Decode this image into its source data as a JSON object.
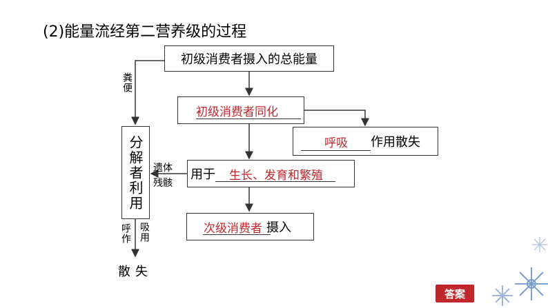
{
  "title": "(2)能量流经第二营养级的过程",
  "boxes": {
    "intake": "初级消费者摄入的总能量",
    "assimilation": "初级消费者同化",
    "respiration_blank": "呼吸",
    "respiration_suffix": "作用散失",
    "growth_prefix": "用于",
    "growth_blank": "生长、发育和繁殖",
    "next_blank": "次级消费者",
    "next_suffix": "摄入",
    "decomposer": "分解者利用"
  },
  "labels": {
    "feces": "粪便",
    "remains_1": "遗体",
    "remains_2": "残骸",
    "resp_col1": "呼作",
    "resp_col2": "吸用",
    "lost_1": "散",
    "lost_2": "失"
  },
  "answer_button": "答案",
  "colors": {
    "answer_red": "#c0272d",
    "snowflake": "#7aa0cf"
  }
}
